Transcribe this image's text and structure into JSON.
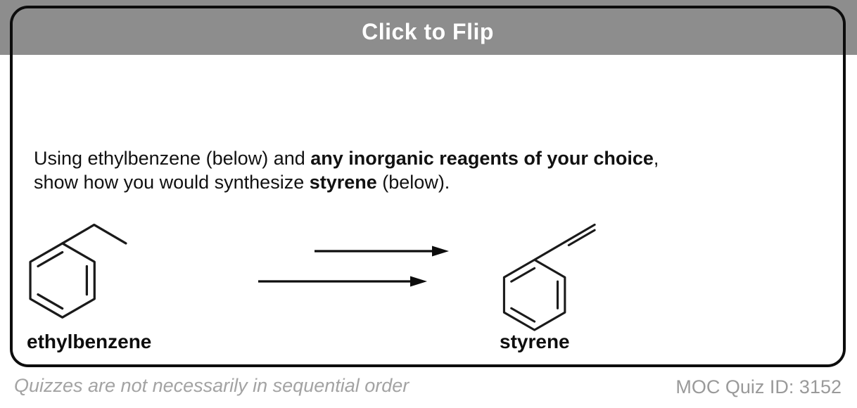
{
  "colors": {
    "header_bg": "#8d8d8d",
    "header_text": "#ffffff",
    "card_border": "#0d0d0d",
    "muted_text": "#a0a0a0"
  },
  "flashcard": {
    "flip_label": "Click to Flip",
    "question": {
      "seg1": "Using ethylbenzene (below) and ",
      "seg2_bold": "any inorganic reagents of your choice",
      "seg3": ",",
      "seg4": "show how you would synthesize ",
      "seg5_bold": "styrene",
      "seg6": " (below)."
    },
    "reactant_label": "ethylbenzene",
    "product_label": "styrene",
    "arrow_count": 2
  },
  "footer": {
    "note": "Quizzes are not necessarily in sequential order",
    "quiz_id": "MOC Quiz ID: 3152"
  }
}
